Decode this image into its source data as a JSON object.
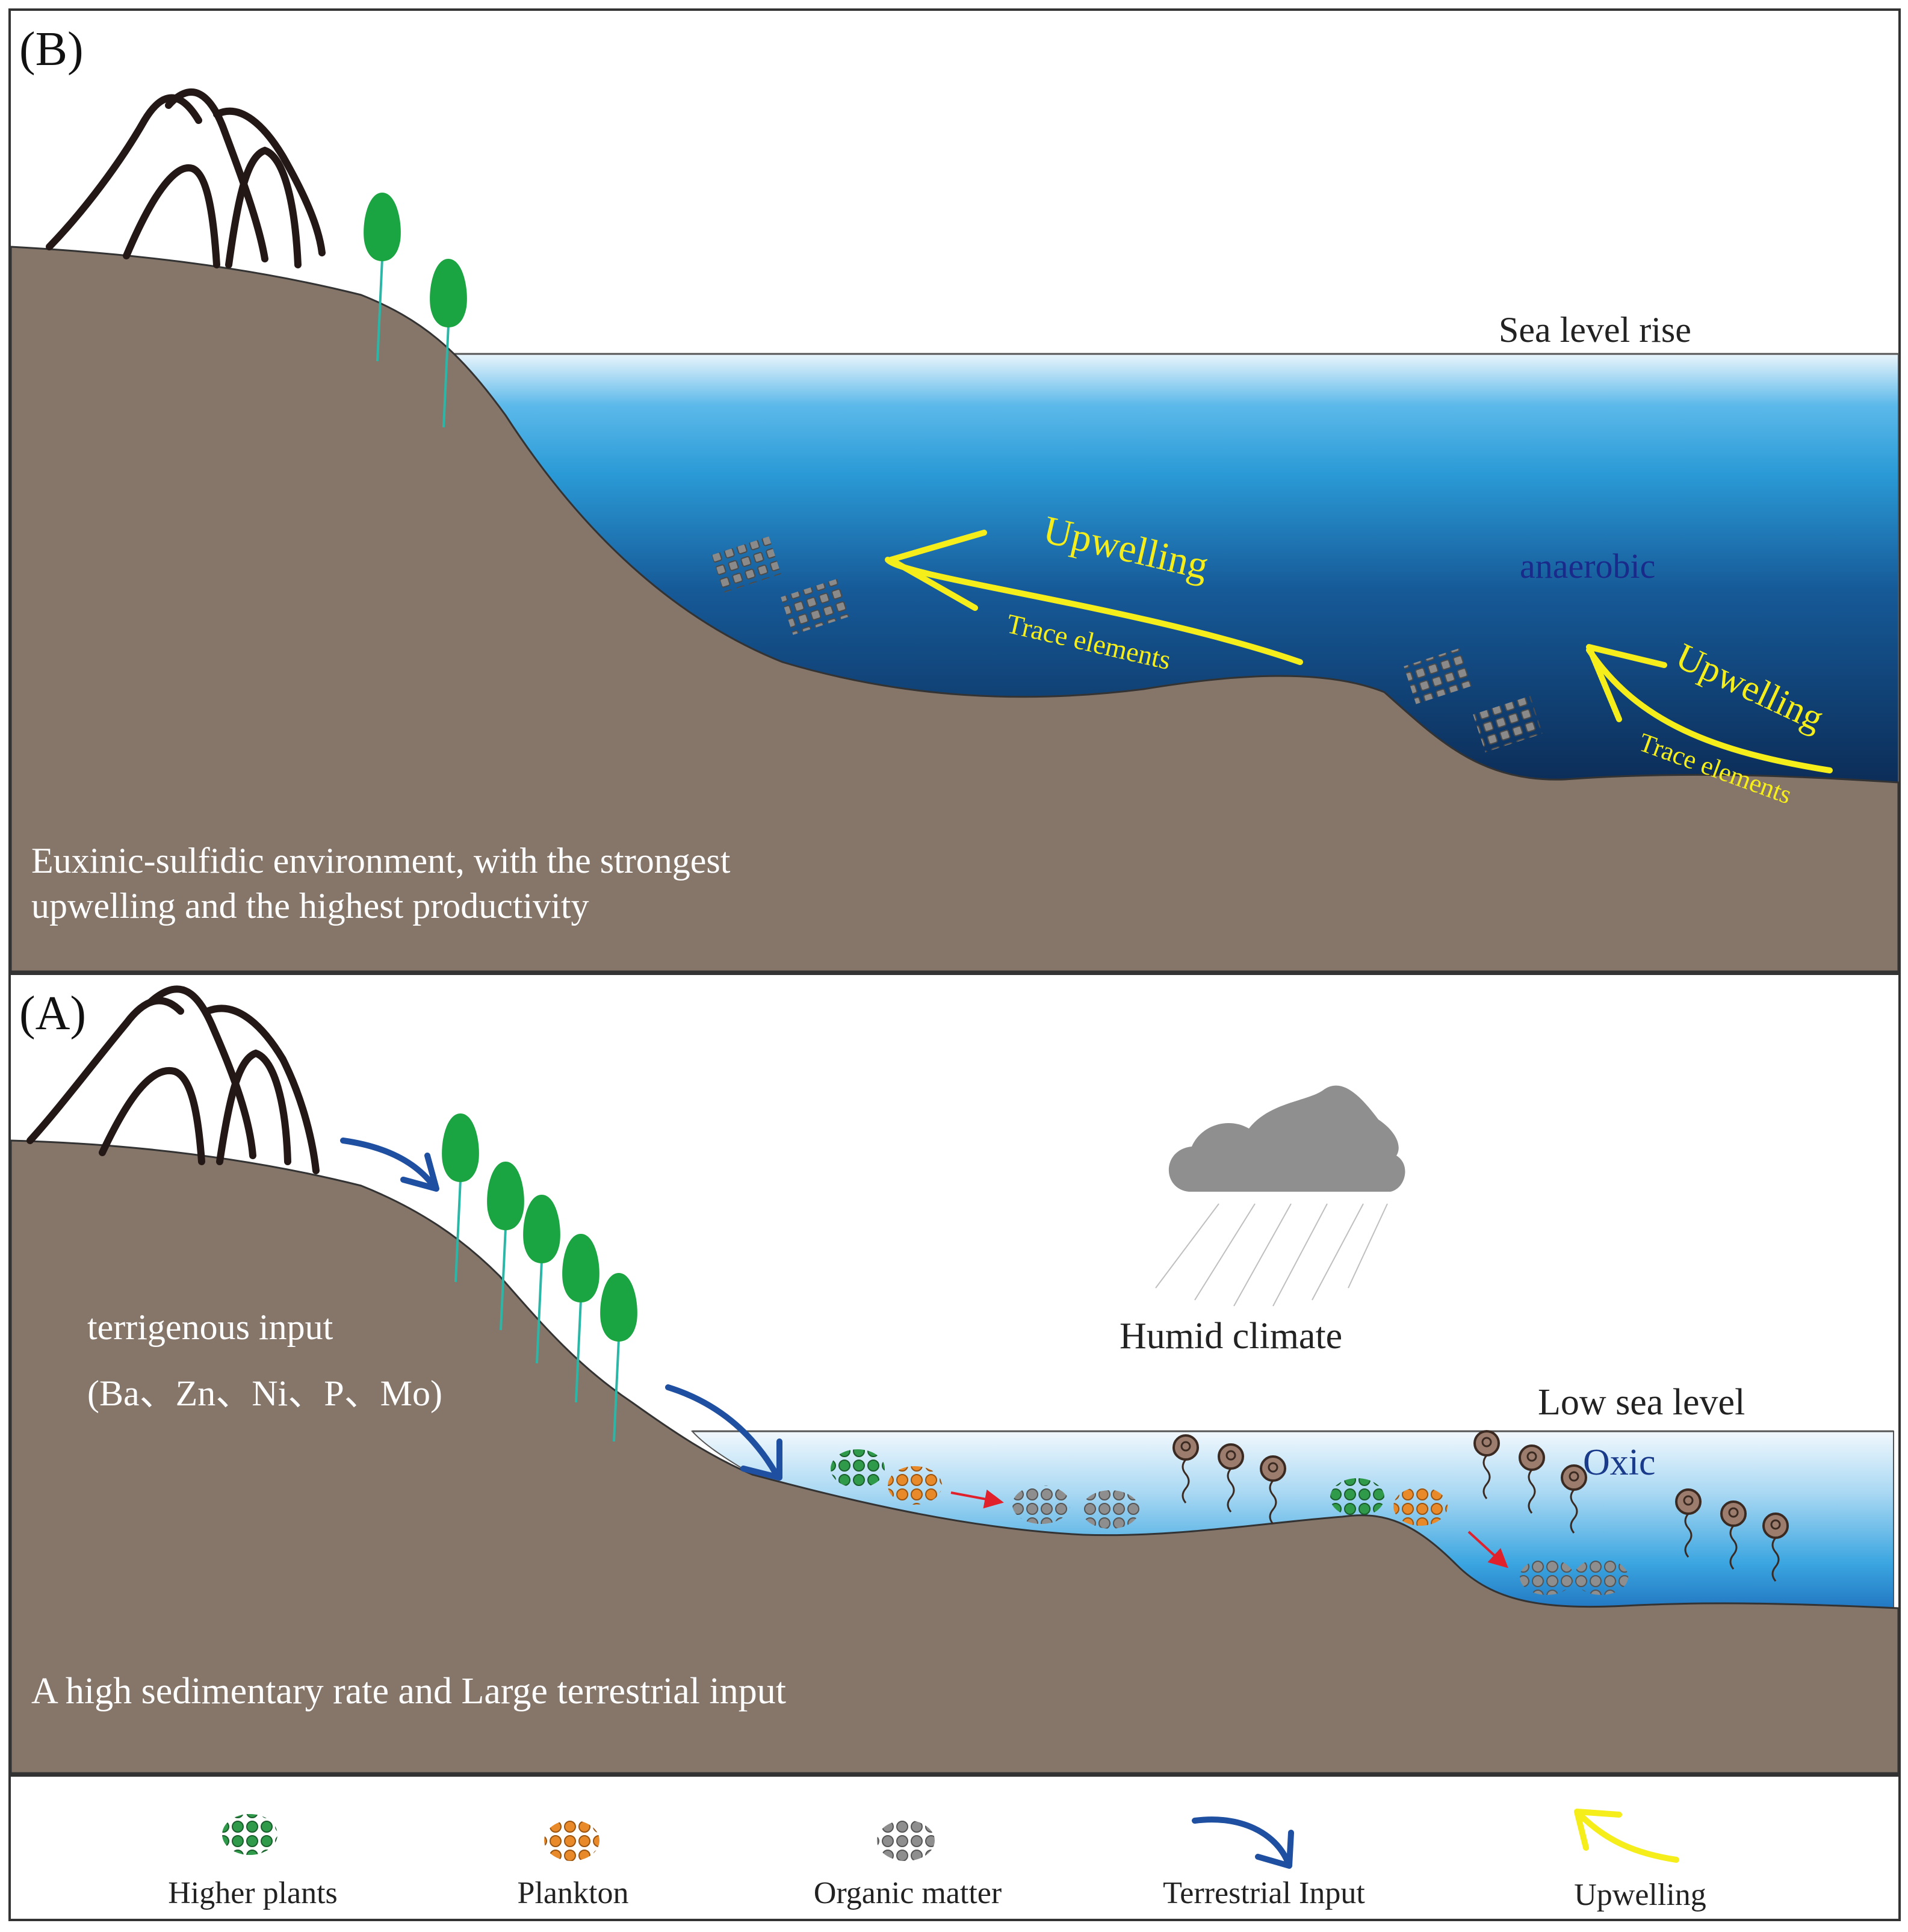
{
  "panel_b": {
    "label": "(B)",
    "sea_label": "Sea level rise",
    "water_label": "anaerobic",
    "upwelling_1": "Upwelling",
    "trace_1": "Trace elements",
    "upwelling_2": "Upwelling",
    "trace_2": "Trace elements",
    "caption_line1": "Euxinic-sulfidic environment, with the strongest",
    "caption_line2": "upwelling and the highest productivity"
  },
  "panel_a": {
    "label": "(A)",
    "climate_label": "Humid climate",
    "sea_label": "Low sea level",
    "water_label": "Oxic",
    "input_label": "terrigenous input",
    "elements_label": "(Ba、Zn、Ni、P、Mo)",
    "caption": "A high sedimentary rate and Large terrestrial input"
  },
  "legend": {
    "items": [
      {
        "label": "Higher plants",
        "color": "#2e9a4a"
      },
      {
        "label": "Plankton",
        "color": "#e88a2a"
      },
      {
        "label": "Organic matter",
        "color": "#6f6f6f"
      },
      {
        "label": "Terrestrial Input",
        "color": "#1f4fa0"
      },
      {
        "label": "Upwelling",
        "color": "#f5ee1a"
      }
    ]
  },
  "colors": {
    "land": "#86766a",
    "deep_water": "#0f3a6b",
    "shallow_water": "#2a9fdc",
    "upwelling_arrow": "#f5ee1a",
    "terrestrial_arrow": "#1f4fa0",
    "tree": "#1aa542",
    "cloud": "#8f8f8f"
  }
}
